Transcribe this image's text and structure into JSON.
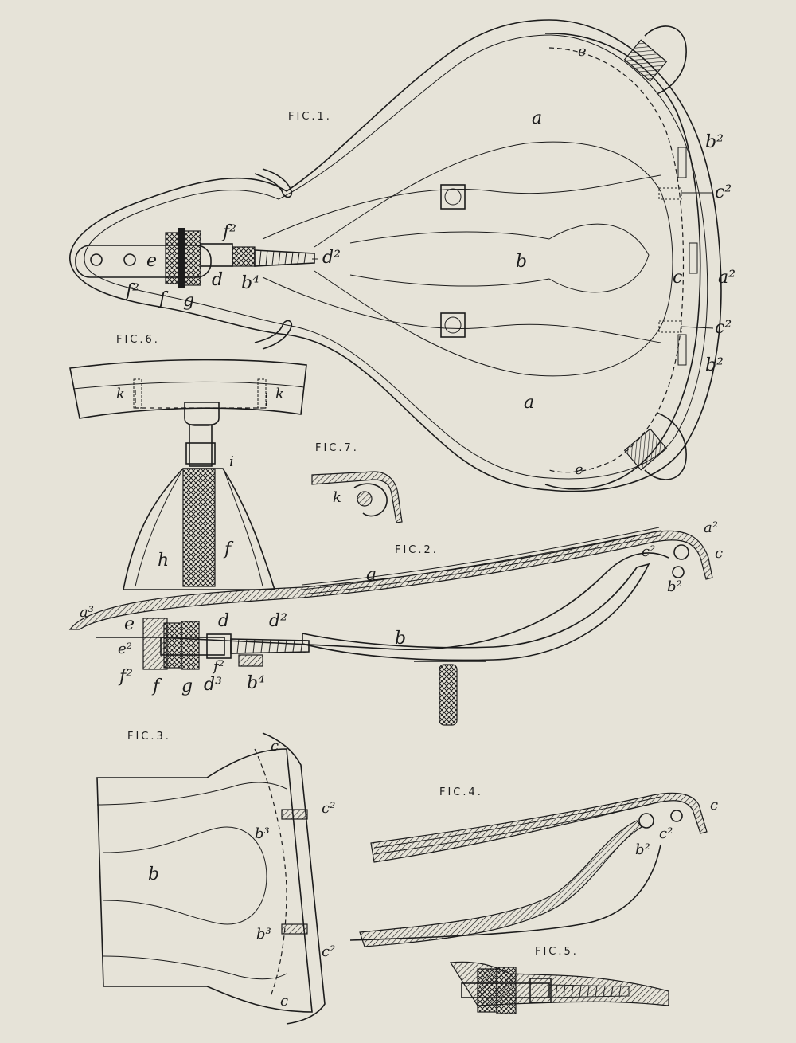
{
  "figures": {
    "fig1": "FIC.1.",
    "fig2": "FIC.2.",
    "fig3": "FIC.3.",
    "fig4": "FIC.4.",
    "fig5": "FIC.5.",
    "fig6": "FIC.6.",
    "fig7": "FIC.7."
  },
  "labels": {
    "fig1": {
      "a_top": "a",
      "a_bottom": "a",
      "b": "b",
      "c_mid": "c",
      "e_top": "e",
      "e_bottom": "e",
      "e_left": "e",
      "b2_top": "b²",
      "b2_bottom": "b²",
      "c2_top": "c²",
      "c2_bottom": "c²",
      "a2": "a²",
      "f2_top": "f²",
      "f2_bottom": "f²",
      "f": "f",
      "g": "g",
      "d": "d",
      "b4": "b⁴",
      "d2": "d²"
    },
    "fig2": {
      "a": "a",
      "a2": "a²",
      "c2": "c²",
      "c": "c",
      "b2": "b²",
      "a3": "a³",
      "e": "e",
      "e2": "e²",
      "d": "d",
      "d2": "d²",
      "b": "b",
      "f2_left": "f²",
      "f2_right": "f²",
      "f": "f",
      "g": "g",
      "d3": "d³",
      "b4": "b⁴"
    },
    "fig3": {
      "c_top": "c",
      "c_bottom": "c",
      "c2_top": "c²",
      "c2_bottom": "c²",
      "b3_top": "b³",
      "b3_bottom": "b³",
      "b": "b"
    },
    "fig4": {
      "c": "c",
      "c2": "c²",
      "b2": "b²"
    },
    "fig6": {
      "k_left": "k",
      "k_right": "k",
      "i": "i",
      "h": "h",
      "f": "f"
    },
    "fig7": {
      "k": "k"
    }
  }
}
